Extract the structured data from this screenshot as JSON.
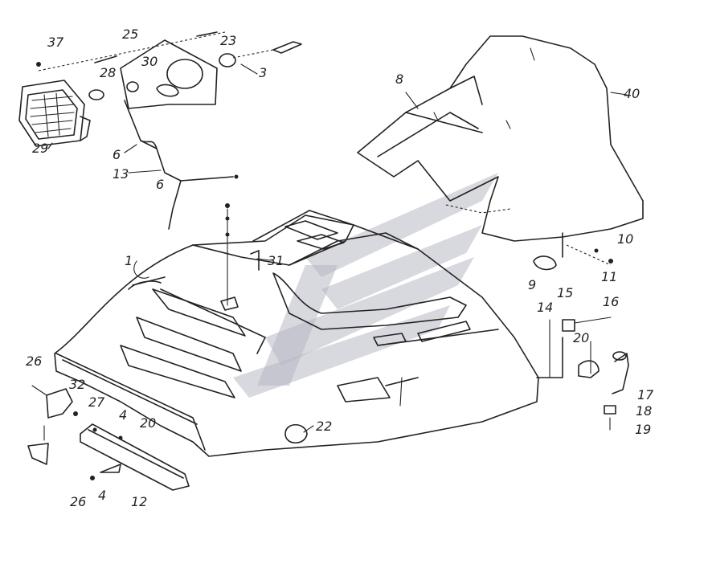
{
  "diagram": {
    "callouts": [
      {
        "id": "c37",
        "text": "37"
      },
      {
        "id": "c25",
        "text": "25"
      },
      {
        "id": "c23",
        "text": "23"
      },
      {
        "id": "c30",
        "text": "30"
      },
      {
        "id": "c28",
        "text": "28"
      },
      {
        "id": "c3",
        "text": "3"
      },
      {
        "id": "c29",
        "text": "29"
      },
      {
        "id": "c6a",
        "text": "6"
      },
      {
        "id": "c13",
        "text": "13"
      },
      {
        "id": "c6b",
        "text": "6"
      },
      {
        "id": "c8",
        "text": "8"
      },
      {
        "id": "c40",
        "text": "40"
      },
      {
        "id": "c1",
        "text": "1"
      },
      {
        "id": "c31",
        "text": "31"
      },
      {
        "id": "c10",
        "text": "10"
      },
      {
        "id": "c11",
        "text": "11"
      },
      {
        "id": "c9",
        "text": "9"
      },
      {
        "id": "c14",
        "text": "14"
      },
      {
        "id": "c15",
        "text": "15"
      },
      {
        "id": "c16",
        "text": "16"
      },
      {
        "id": "c20a",
        "text": "20"
      },
      {
        "id": "c17",
        "text": "17"
      },
      {
        "id": "c18",
        "text": "18"
      },
      {
        "id": "c19",
        "text": "19"
      },
      {
        "id": "c26a",
        "text": "26"
      },
      {
        "id": "c32",
        "text": "32"
      },
      {
        "id": "c27",
        "text": "27"
      },
      {
        "id": "c4a",
        "text": "4"
      },
      {
        "id": "c20b",
        "text": "20"
      },
      {
        "id": "c22",
        "text": "22"
      },
      {
        "id": "c26b",
        "text": "26"
      },
      {
        "id": "c4b",
        "text": "4"
      },
      {
        "id": "c12",
        "text": "12"
      }
    ]
  }
}
